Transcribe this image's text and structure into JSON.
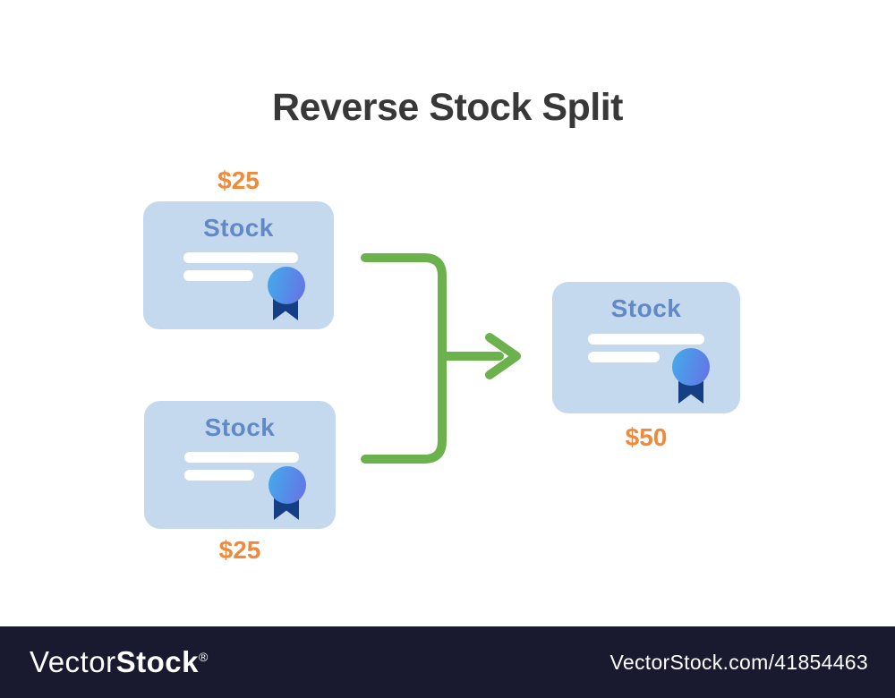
{
  "title": "Reverse Stock Split",
  "cards": [
    {
      "id": "source-top",
      "label": "Stock",
      "price": "$25",
      "price_position": "above"
    },
    {
      "id": "source-bottom",
      "label": "Stock",
      "price": "$25",
      "price_position": "below"
    },
    {
      "id": "result",
      "label": "Stock",
      "price": "$50",
      "price_position": "below"
    }
  ],
  "connector": {
    "shape": "bracket-merging-two-cards-into-arrow",
    "direction": "right"
  },
  "watermark": {
    "logo_light": "Vector",
    "logo_bold": "Stock",
    "registered": "®",
    "url_text": "VectorStock.com/41854463"
  },
  "colors": {
    "background": "#ffffff",
    "title_text": "#383838",
    "price_text": "#ef8a3d",
    "card_fill": "#c5d9ee",
    "card_label_text": "#6189c6",
    "cert_lines": "#ffffff",
    "ribbon_circle_start": "#47a3ea",
    "ribbon_circle_end": "#6377e6",
    "ribbon_tail": "#153f85",
    "arrow_green": "#6bb24d",
    "bottom_bar": "#191930",
    "bottom_bar_text": "#ffffff"
  }
}
